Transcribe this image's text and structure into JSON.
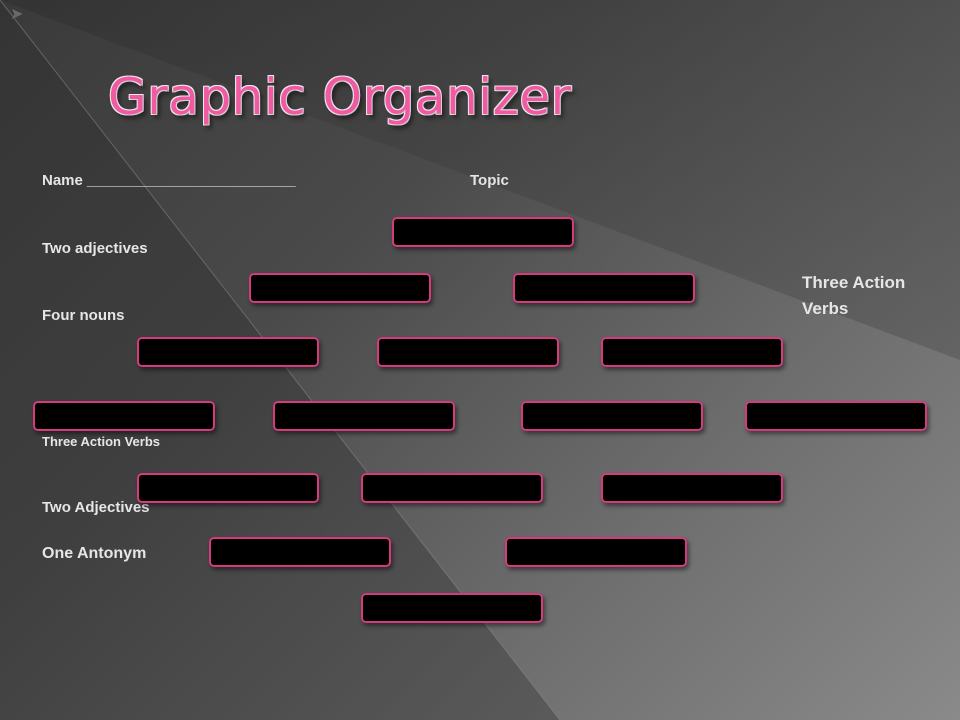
{
  "title": "Graphic Organizer",
  "labels": {
    "name": "Name _________________________",
    "topic": "Topic",
    "two_adjectives": "Two adjectives",
    "four_nouns": "Four nouns",
    "three_action_verbs_right": "Three Action Verbs",
    "three_action_verbs_left": "Three Action Verbs",
    "two_adjectives_bottom": "Two Adjectives",
    "one_antonym": "One Antonym"
  },
  "colors": {
    "title": "#f05aa2",
    "box_fill": "#000000",
    "box_border": "#d63a7c"
  },
  "rows": [
    {
      "count": 1
    },
    {
      "count": 2
    },
    {
      "count": 3
    },
    {
      "count": 4
    },
    {
      "count": 3
    },
    {
      "count": 2
    },
    {
      "count": 1
    }
  ]
}
